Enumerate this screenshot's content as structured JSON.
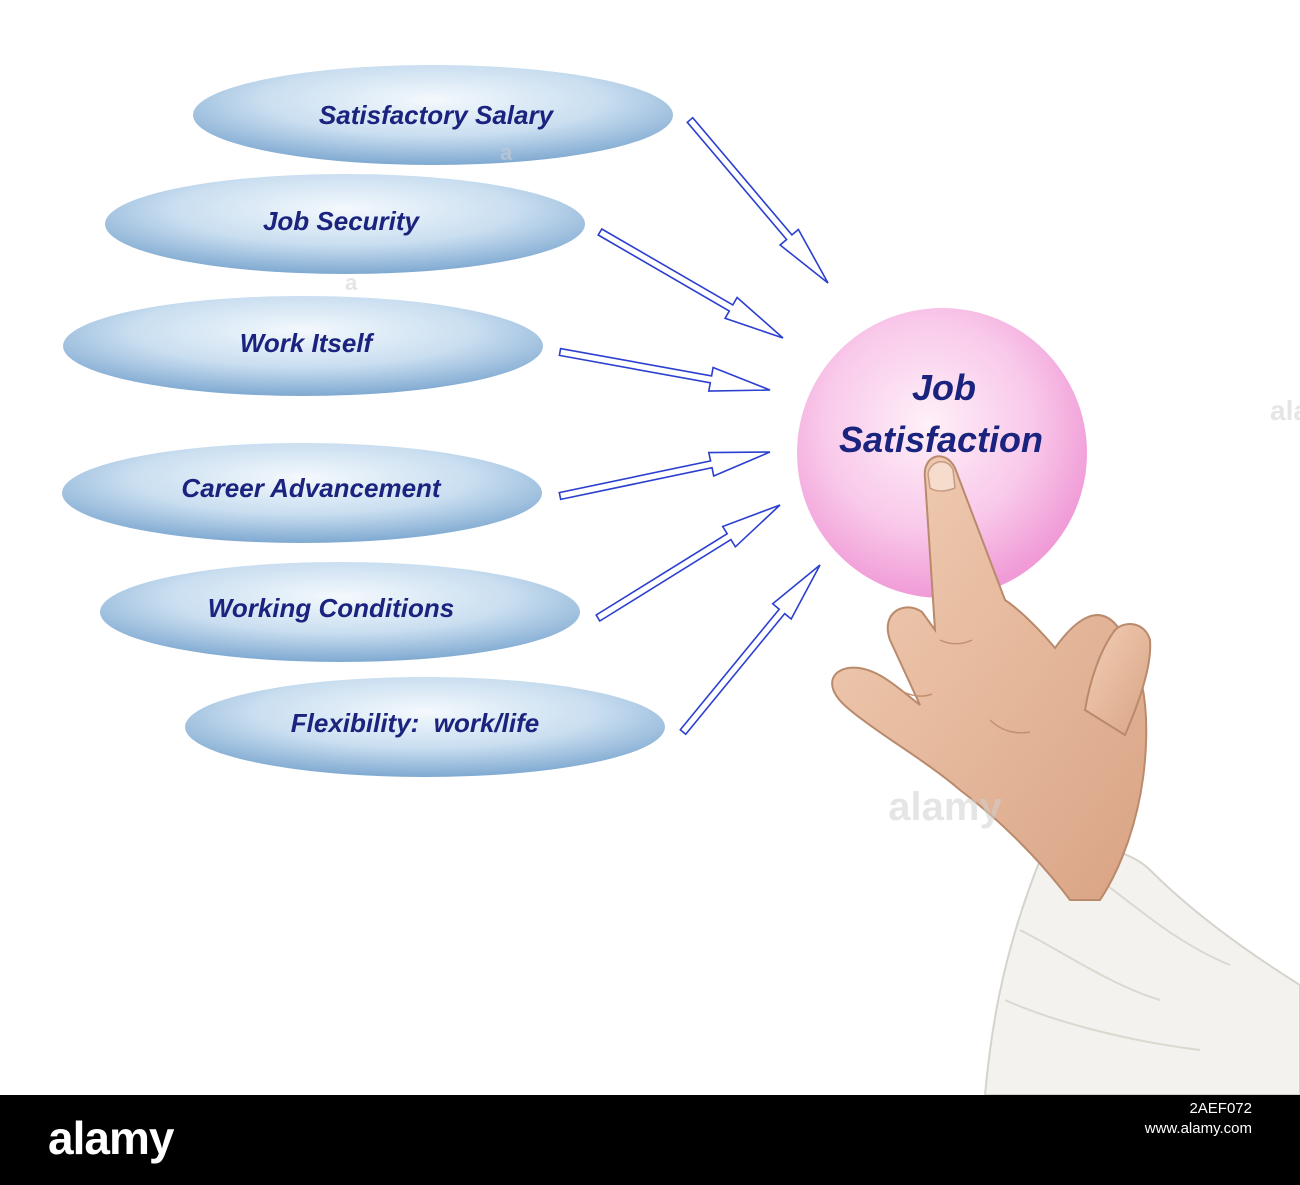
{
  "diagram": {
    "hub": {
      "lines": [
        "Job",
        "Satisfaction"
      ]
    },
    "factors": [
      {
        "label": "Satisfactory Salary"
      },
      {
        "label": "Job Security"
      },
      {
        "label": "Work Itself"
      },
      {
        "label": "Career Advancement"
      },
      {
        "label": "Working Conditions"
      },
      {
        "label": "Flexibility:  work/life"
      }
    ],
    "colors": {
      "ellipse_light": "#f2f8fc",
      "ellipse_dark": "#7fa9d1",
      "text": "#1a237e",
      "arrow": "#2b3fd0",
      "hub_light": "#fde8f5",
      "hub_dark": "#f3a6dd",
      "skin": "#e7bd9f",
      "sleeve": "#f4f3ef"
    }
  },
  "watermark": {
    "logo": "alamy",
    "image_id": "2AEF072",
    "site": "www.alamy.com"
  }
}
